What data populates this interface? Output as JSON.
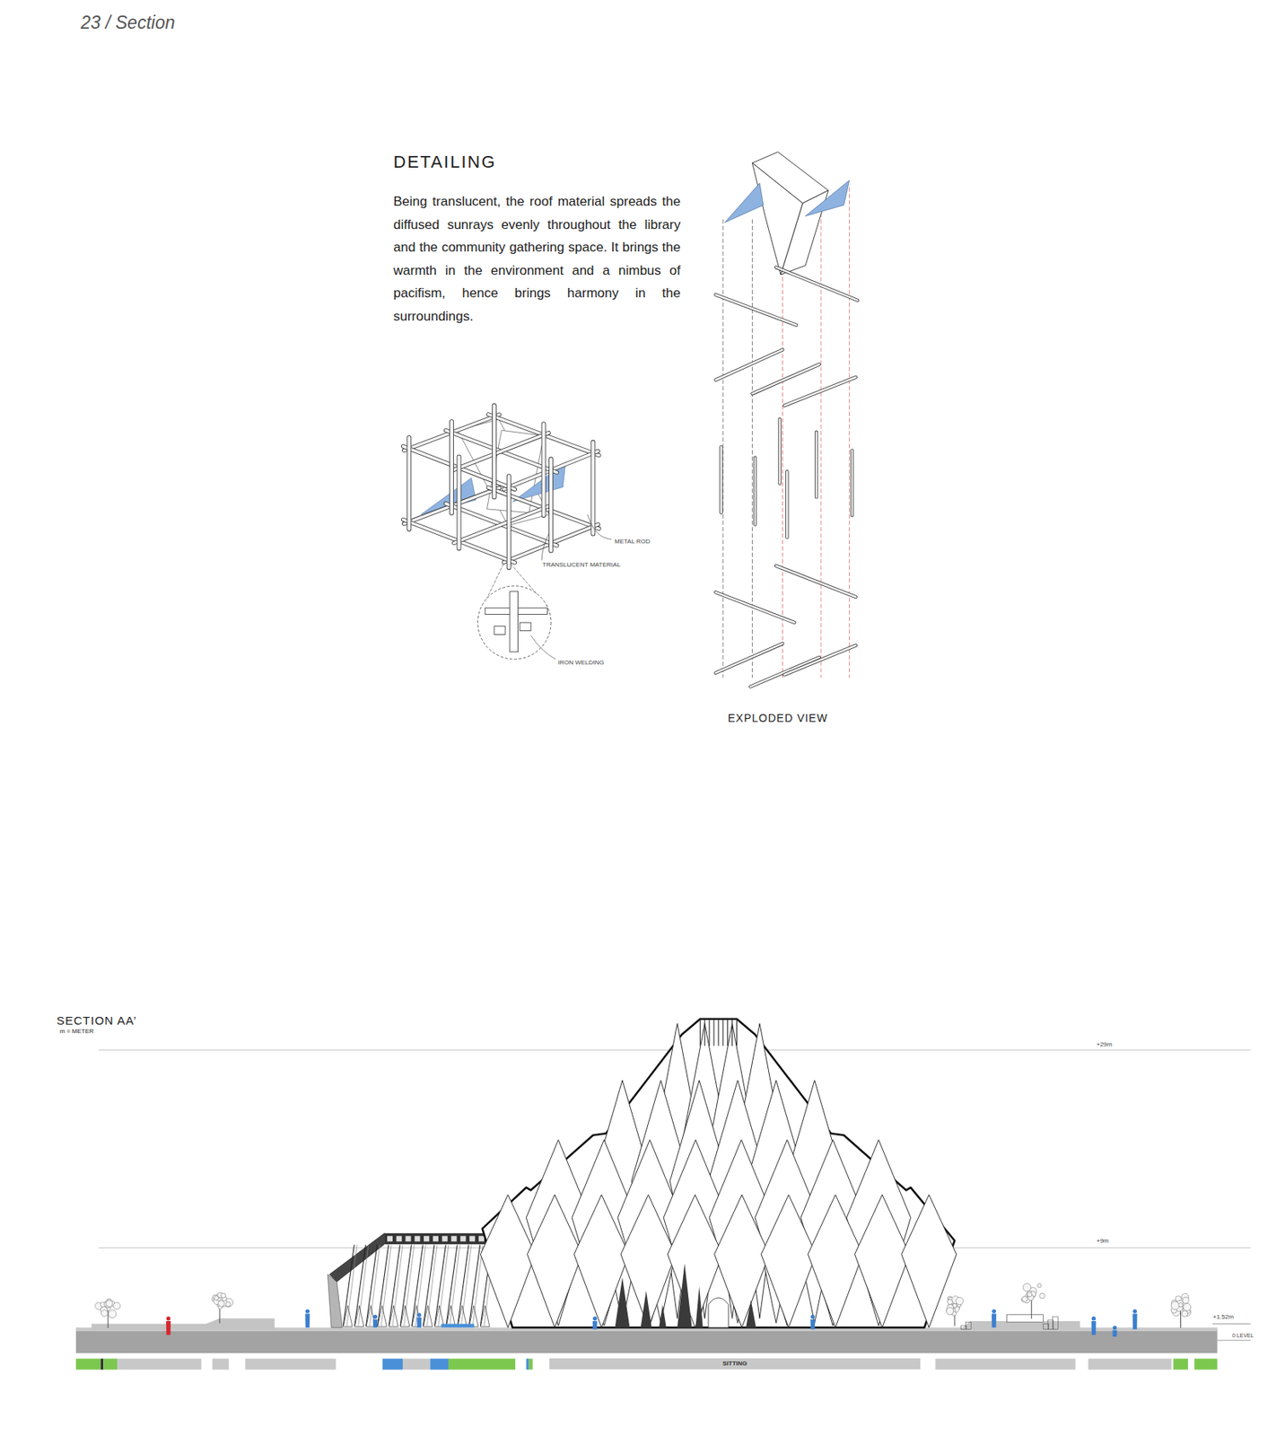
{
  "diagram": {
    "title": "23 / Section",
    "nodes": [
      {
        "text": [
          "SITTING"
        ]
      }
    ],
    "labels": [
      "DETAILING",
      "Being translucent, the roof material spreads the diffused sunrays evenly throughout the library and the community gathering space. It brings the warmth in the environment and a nimbus of pacifism, hence brings harmony in the surroundings.",
      "METAL ROD",
      "TRANSLUCENT MATERIAL",
      "IRON WELDING",
      "EXPLODED VIEW",
      "SECTION AA’",
      "m = METER",
      "+29m",
      "+9m",
      "+1.52m",
      "0 LEVEL"
    ]
  }
}
